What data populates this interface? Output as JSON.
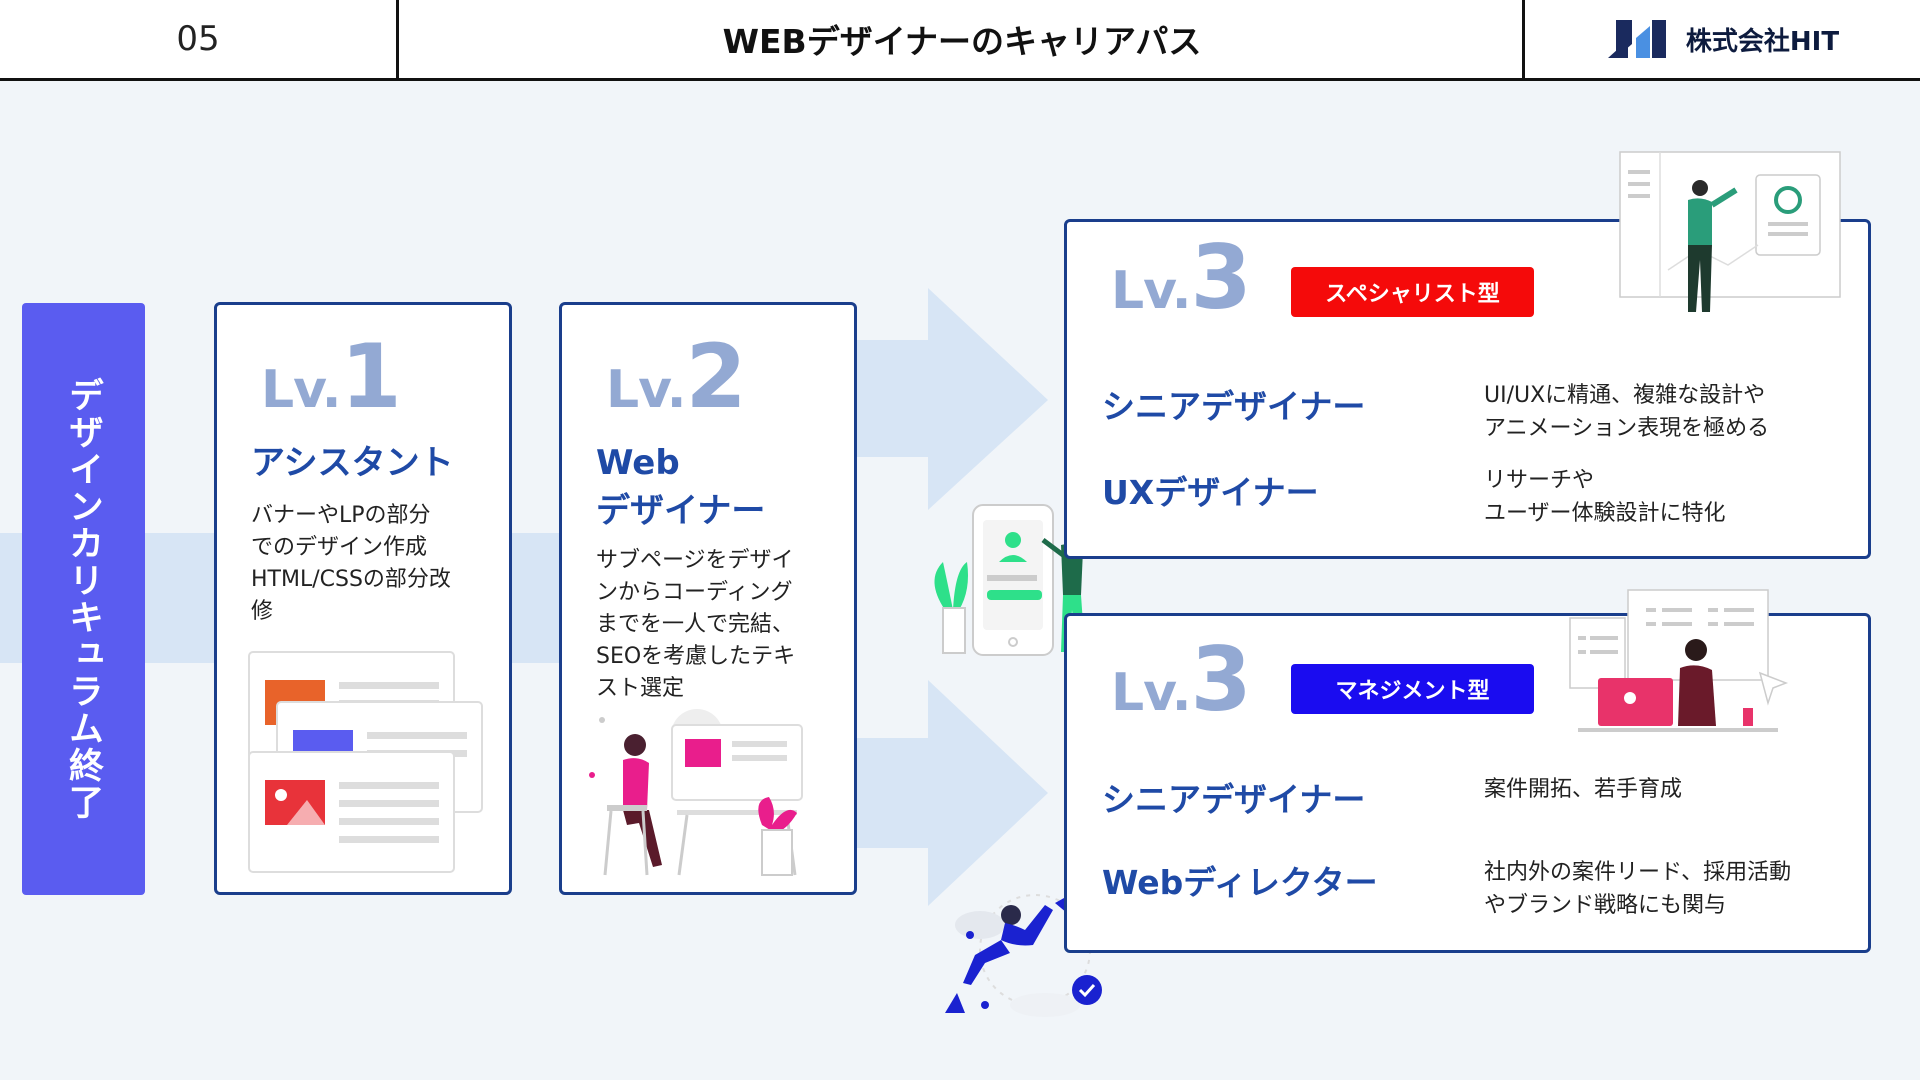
{
  "header": {
    "page_number": "05",
    "title": "WEBデザイナーのキャリアパス",
    "logo_text": "株式会社HIT",
    "logo_icon": "hit-logo-icon"
  },
  "banner": {
    "text": "デザインカリキュラム終了"
  },
  "level1": {
    "lv_prefix": "Lv.",
    "lv_number": "1",
    "role": "アシスタント",
    "desc_lines": [
      "バナーやLPの部分",
      "でのデザイン作成",
      "HTML/CSSの部分改",
      "修"
    ]
  },
  "level2": {
    "lv_prefix": "Lv.",
    "lv_number": "2",
    "role_lines": [
      "Web",
      "デザイナー"
    ],
    "desc_lines": [
      "サブページをデザイ",
      "ンからコーディング",
      "までを一人で完結、",
      "SEOを考慮したテキ",
      "スト選定"
    ]
  },
  "specialist": {
    "lv_prefix": "Lv.",
    "lv_number": "3",
    "type_label": "スペシャリスト型",
    "type_color": "#f50a0a",
    "rows": [
      {
        "title": "シニアデザイナー",
        "desc_lines": [
          "UI/UXに精通、複雑な設計や",
          "アニメーション表現を極める"
        ]
      },
      {
        "title": "UXデザイナー",
        "desc_lines": [
          "リサーチや",
          "ユーザー体験設計に特化"
        ]
      }
    ]
  },
  "management": {
    "lv_prefix": "Lv.",
    "lv_number": "3",
    "type_label": "マネジメント型",
    "type_color": "#1a0cf0",
    "rows": [
      {
        "title": "シニアデザイナー",
        "desc_lines": [
          "案件開拓、若手育成"
        ]
      },
      {
        "title": "Webディレクター",
        "desc_lines": [
          "社内外の案件リード、採用活動",
          "やブランド戦略にも関与"
        ]
      }
    ]
  },
  "colors": {
    "accent_blue": "#1f4aa6",
    "banner": "#5a5cf0",
    "card_border": "#1a3e8c",
    "lv_text": "#93a9d3",
    "arrow": "#d7e5f5"
  }
}
